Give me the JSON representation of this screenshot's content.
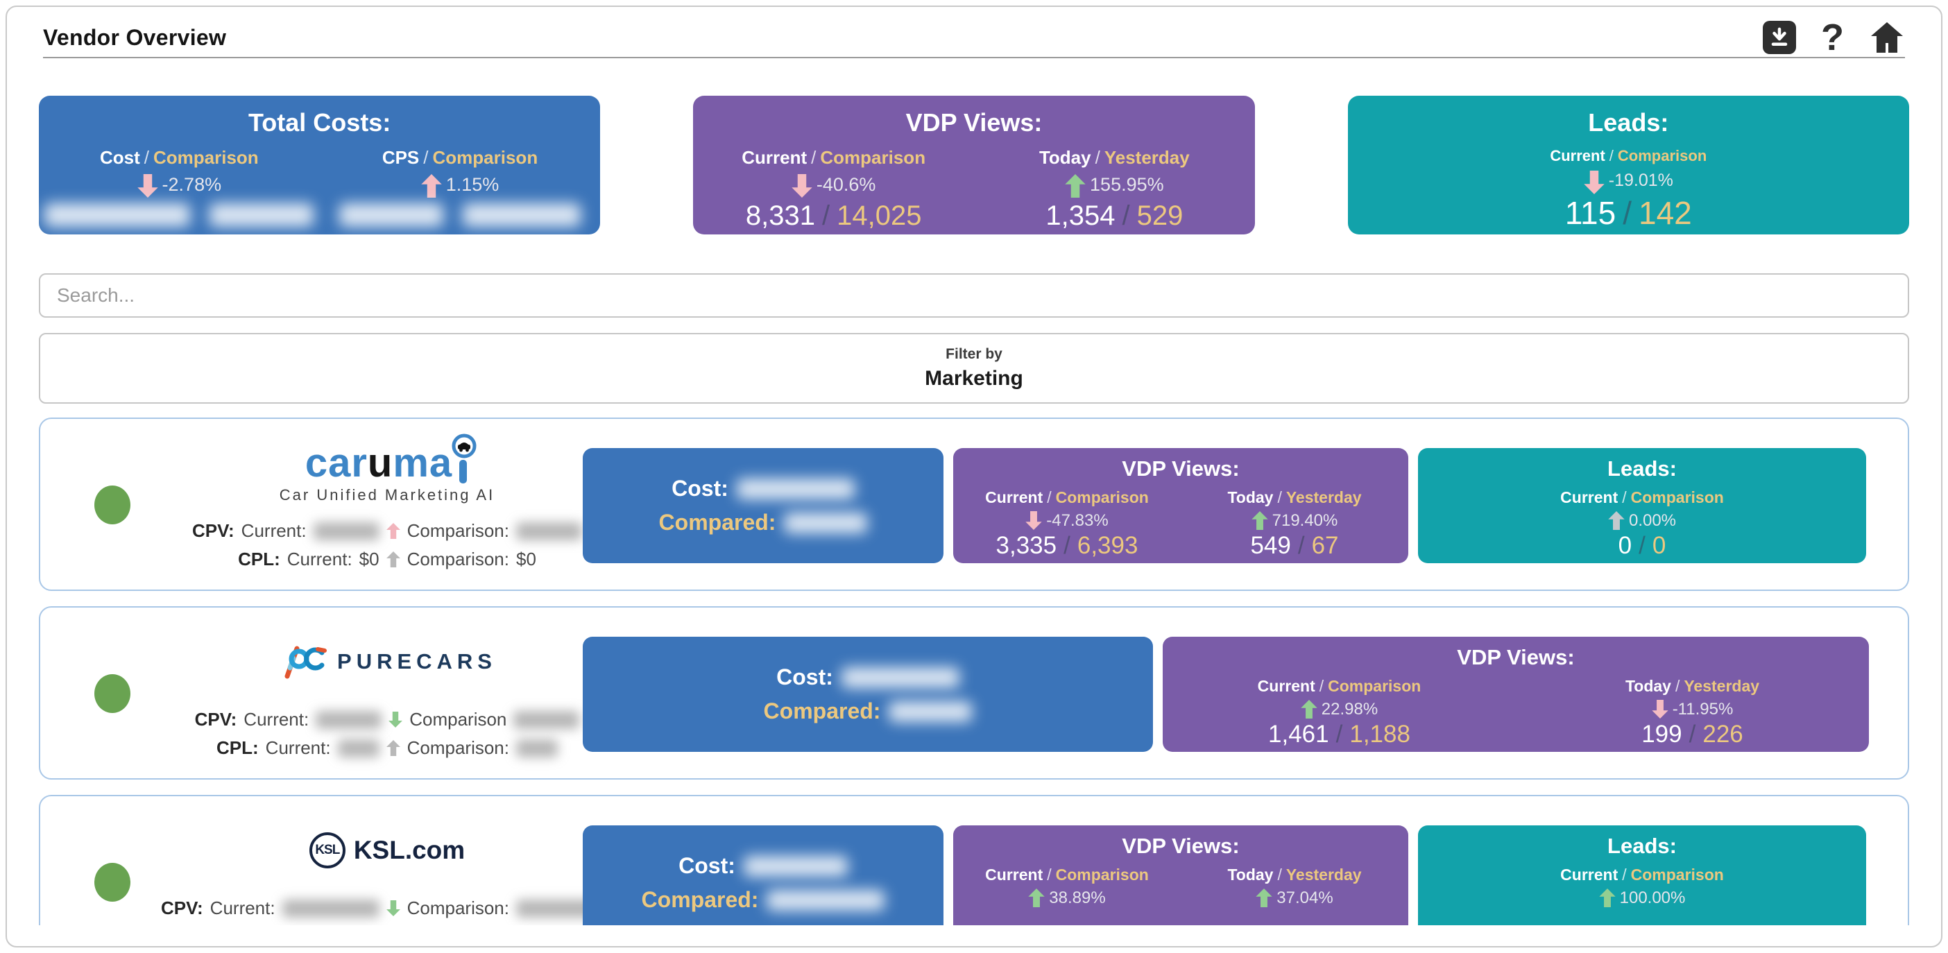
{
  "colors": {
    "cost_blue": "#3b74b9",
    "vdp_purple": "#7a5ca8",
    "leads_teal": "#12a2aa",
    "comparison_gold": "#ecc87f",
    "trend_up_good_green": "#93cf92",
    "trend_down_bad_pink": "#f5bcc2",
    "trend_neutral_gray": "#c3c9cd",
    "vendor_status_green": "#69a351",
    "row_border_blue": "#a9c7e7"
  },
  "sep": "/",
  "header": {
    "title": "Vendor Overview",
    "help_glyph": "?"
  },
  "search": {
    "placeholder": "Search..."
  },
  "filter": {
    "label": "Filter by",
    "value": "Marketing"
  },
  "summary": {
    "total_costs": {
      "title": "Total Costs:",
      "cols": [
        {
          "a": "Cost",
          "b": "Comparison",
          "dir": "down",
          "tone": "bad",
          "pct": "-2.78%"
        },
        {
          "a": "CPS",
          "b": "Comparison",
          "dir": "up",
          "tone": "bad",
          "pct": "1.15%"
        }
      ]
    },
    "vdp_views": {
      "title": "VDP Views:",
      "cols": [
        {
          "a": "Current",
          "b": "Comparison",
          "dir": "down",
          "tone": "bad",
          "pct": "-40.6%",
          "va": "8,331",
          "vb": "14,025"
        },
        {
          "a": "Today",
          "b": "Yesterday",
          "dir": "up",
          "tone": "good",
          "pct": "155.95%",
          "va": "1,354",
          "vb": "529"
        }
      ]
    },
    "leads": {
      "title": "Leads:",
      "cols": [
        {
          "a": "Current",
          "b": "Comparison",
          "dir": "down",
          "tone": "bad",
          "pct": "-19.01%",
          "va": "115",
          "vb": "142"
        }
      ]
    }
  },
  "vendors": [
    {
      "name": "Carumai",
      "logo": {
        "p1": "car",
        "p2": "u",
        "p3": "ma",
        "tagline": "Car Unified Marketing AI"
      },
      "cpv": {
        "k": "CPV:",
        "cur": "Current:",
        "dir": "up",
        "tone": "bad",
        "cmp": "Comparison:"
      },
      "cpl": {
        "k": "CPL:",
        "cur": "Current:",
        "cur_val": "$0",
        "dir": "up",
        "tone": "flat",
        "cmp": "Comparison:",
        "cmp_val": "$0"
      },
      "cost": {
        "k": "Cost:",
        "ck": "Compared:"
      },
      "vdp": {
        "title": "VDP Views:",
        "cols": [
          {
            "a": "Current",
            "b": "Comparison",
            "dir": "down",
            "tone": "bad",
            "pct": "-47.83%",
            "va": "3,335",
            "vb": "6,393"
          },
          {
            "a": "Today",
            "b": "Yesterday",
            "dir": "up",
            "tone": "good",
            "pct": "719.40%",
            "va": "549",
            "vb": "67"
          }
        ]
      },
      "leads": {
        "title": "Leads:",
        "cols": [
          {
            "a": "Current",
            "b": "Comparison",
            "dir": "up",
            "tone": "flat",
            "pct": "0.00%",
            "va": "0",
            "vb": "0"
          }
        ]
      }
    },
    {
      "name": "PureCars",
      "logo": {
        "text": "PURECARS"
      },
      "cpv": {
        "k": "CPV:",
        "cur": "Current:",
        "dir": "down",
        "tone": "good",
        "cmp": "Comparison"
      },
      "cpl": {
        "k": "CPL:",
        "cur": "Current:",
        "dir": "up",
        "tone": "flat",
        "cmp": "Comparison:"
      },
      "cost": {
        "k": "Cost:",
        "ck": "Compared:"
      },
      "vdp": {
        "title": "VDP Views:",
        "cols": [
          {
            "a": "Current",
            "b": "Comparison",
            "dir": "up",
            "tone": "good",
            "pct": "22.98%",
            "va": "1,461",
            "vb": "1,188"
          },
          {
            "a": "Today",
            "b": "Yesterday",
            "dir": "down",
            "tone": "bad",
            "pct": "-11.95%",
            "va": "199",
            "vb": "226"
          }
        ]
      }
    },
    {
      "name": "KSL.com",
      "logo": {
        "badge": "KSL",
        "text": "KSL.com"
      },
      "cpv": {
        "k": "CPV:",
        "cur": "Current:",
        "dir": "down",
        "tone": "good",
        "cmp": "Comparison:"
      },
      "cost": {
        "k": "Cost:",
        "ck": "Compared:"
      },
      "vdp": {
        "title": "VDP Views:",
        "cols": [
          {
            "a": "Current",
            "b": "Comparison",
            "dir": "up",
            "tone": "good",
            "pct": "38.89%",
            "va": "",
            "vb": ""
          },
          {
            "a": "Today",
            "b": "Yesterday",
            "dir": "up",
            "tone": "good",
            "pct": "37.04%",
            "va": "",
            "vb": ""
          }
        ]
      },
      "leads": {
        "title": "Leads:",
        "cols": [
          {
            "a": "Current",
            "b": "Comparison",
            "dir": "up",
            "tone": "good",
            "pct": "100.00%",
            "va": "",
            "vb": ""
          }
        ]
      }
    }
  ]
}
